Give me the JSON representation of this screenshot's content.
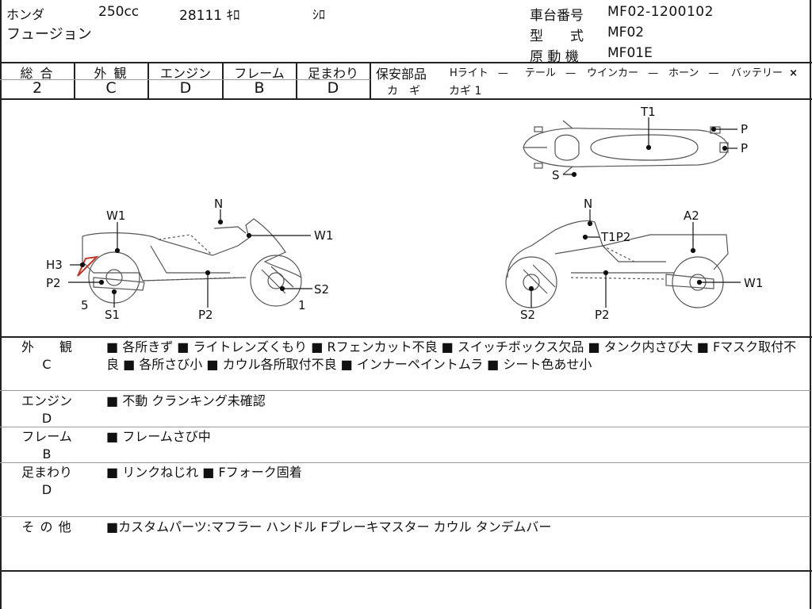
{
  "header": {
    "maker": "ホンダ",
    "displacement": "250cc",
    "mileage": "28111 ｷﾛ",
    "color": "ｼﾛ",
    "model_name": "フュージョン",
    "frame_no_label": "車台番号",
    "frame_no": "MF02-1200102",
    "model_label": "型　　式",
    "model_code": "MF02",
    "engine_label": "原 動 機",
    "engine_code": "MF01E"
  },
  "grades": [
    {
      "label": "総 合",
      "value": "2"
    },
    {
      "label": "外 観",
      "value": "C"
    },
    {
      "label": "エンジン",
      "value": "D"
    },
    {
      "label": "フレーム",
      "value": "B"
    },
    {
      "label": "足まわり",
      "value": "D"
    }
  ],
  "safety_parts": {
    "title": "保安部品",
    "items": [
      {
        "name": "Hライト",
        "status": "—"
      },
      {
        "name": "テール",
        "status": "—"
      },
      {
        "name": "ウインカー",
        "status": "—"
      },
      {
        "name": "ホーン",
        "status": "—"
      },
      {
        "name": "バッテリー",
        "status": "×"
      }
    ],
    "key_label": "カ　ギ",
    "key_value": "カギ 1"
  },
  "diagram_labels": {
    "top_t1": "T1",
    "top_p1": "P",
    "top_p2": "P",
    "top_s": "S",
    "left_n": "N",
    "left_w1a": "W1",
    "left_w1b": "W1",
    "left_h3": "H3",
    "left_p2a": "P2",
    "left_5": "5",
    "left_s1": "S1",
    "left_p2b": "P2",
    "left_s2": "S2",
    "left_1": "1",
    "right_n": "N",
    "right_a2": "A2",
    "right_t1p2": "T1P2",
    "right_w1": "W1",
    "right_s2": "S2",
    "right_p2": "P2"
  },
  "sections": [
    {
      "label": "外　　観",
      "grade": "C",
      "text": "■ 各所きず ■ ライトレンズくもり ■ Rフェンカット不良 ■ スイッチボックス欠品 ■ タンク内さび大 ■ Fマスク取付不良 ■ 各所さび小 ■ カウル各所取付不良 ■ インナーペイントムラ ■ シート色あせ小"
    },
    {
      "label": "エンジン",
      "grade": "D",
      "text": "■ 不動 クランキング未確認"
    },
    {
      "label": "フレーム",
      "grade": "B",
      "text": "■ フレームさび中"
    },
    {
      "label": "足まわり",
      "grade": "D",
      "text": "■ リンクねじれ ■ Fフォーク固着"
    },
    {
      "label": "そ の 他",
      "grade": "",
      "text": "■カスタムパーツ:マフラー ハンドル Fブレーキマスター カウル タンデムバー"
    }
  ]
}
